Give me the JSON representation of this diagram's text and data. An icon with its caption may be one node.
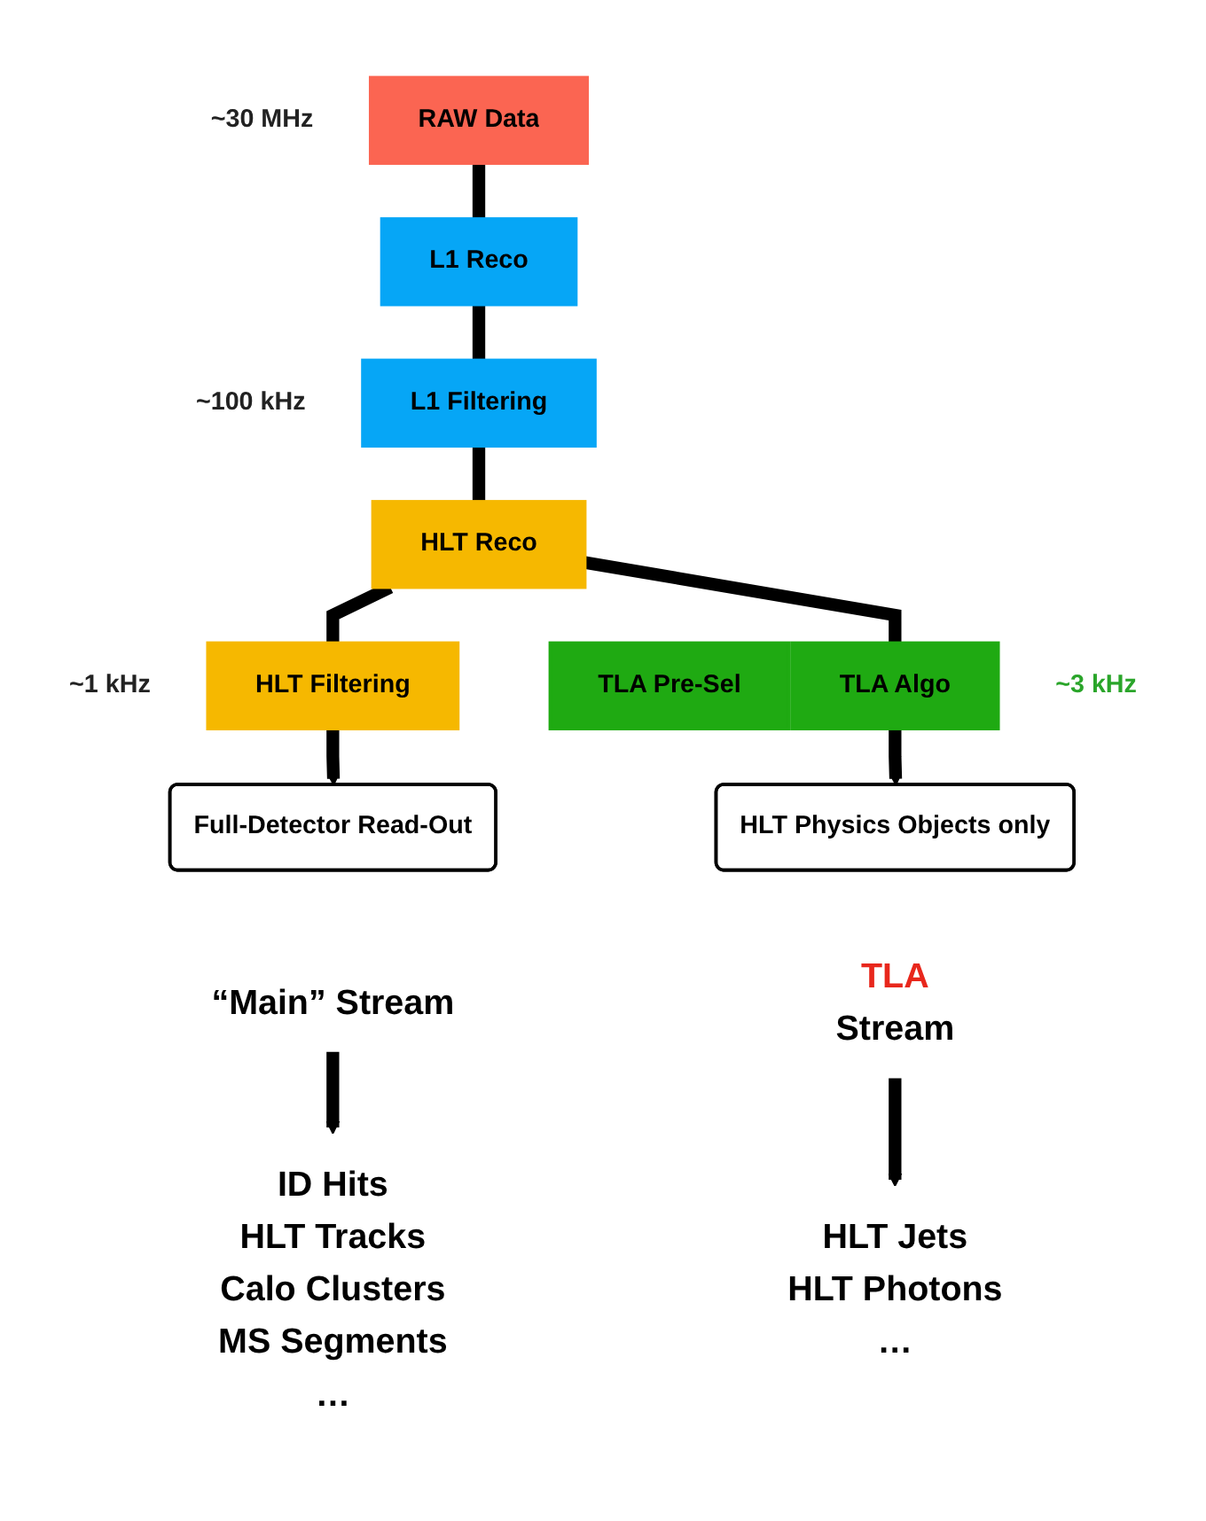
{
  "diagram": {
    "nodes": [
      {
        "text": [
          "RAW Data"
        ],
        "beside": [
          "~30 MHz"
        ]
      },
      {
        "text": [
          "L1 Reco"
        ]
      },
      {
        "text": [
          "L1 Filtering"
        ],
        "beside": [
          "~100 kHz"
        ]
      },
      {
        "text": [
          "HLT Reco"
        ]
      },
      {
        "text": [
          "HLT Filtering"
        ],
        "beside": [
          "~1 kHz"
        ]
      },
      {
        "text": [
          "TLA Pre-Sel"
        ]
      },
      {
        "text": [
          "TLA Algo"
        ],
        "beside": [
          "~3 kHz"
        ]
      },
      {
        "text": [
          "Full-Detector Read-Out"
        ]
      },
      {
        "text": [
          "HLT Physics Objects only"
        ]
      },
      {
        "text": [
          "“Main” Stream"
        ]
      },
      {
        "text": [
          "ID Hits",
          "HLT Tracks",
          "Calo Clusters",
          "MS Segments",
          "…"
        ]
      },
      {
        "text": [
          "TLA",
          "Stream"
        ]
      },
      {
        "text": [
          "HLT Jets",
          "HLT Photons",
          "…"
        ]
      }
    ],
    "edges": [
      {
        "from": 0,
        "to": 1,
        "arrow": "none"
      },
      {
        "from": 1,
        "to": 2,
        "arrow": "none"
      },
      {
        "from": 2,
        "to": 3,
        "arrow": "none"
      },
      {
        "from": 3,
        "to": 4,
        "arrow": "none"
      },
      {
        "from": 4,
        "to": 7,
        "arrow": "to"
      },
      {
        "from": 3,
        "to": 6,
        "arrow": "none"
      },
      {
        "from": 6,
        "to": 8,
        "arrow": "to"
      },
      {
        "from": 9,
        "to": 10,
        "arrow": "to"
      },
      {
        "from": 11,
        "to": 12,
        "arrow": "to"
      }
    ]
  }
}
